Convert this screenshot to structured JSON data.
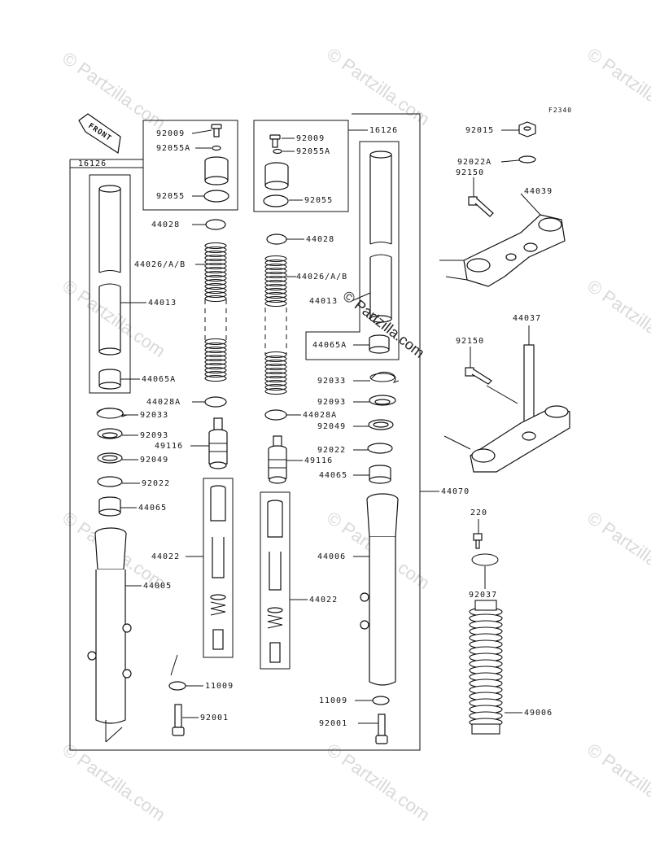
{
  "diagram": {
    "figure_code": "F2340",
    "front_label": "FRONT",
    "watermark_text": "© Partzilla.com",
    "center_watermark": "© Partzilla.com",
    "colors": {
      "line": "#111111",
      "watermark": "#d9d9d9",
      "background": "#ffffff"
    },
    "labels": {
      "p92009_l": "92009",
      "p92055A_l": "92055A",
      "p92055_l": "92055",
      "p16126_l": "16126",
      "p92009_r": "92009",
      "p92055A_r": "92055A",
      "p92055_r": "92055",
      "p16126_r": "16126",
      "p44028_l": "44028",
      "p44028_r": "44028",
      "p44026_l": "44026/A/B",
      "p44026_r": "44026/A/B",
      "p44013_l": "44013",
      "p44013_r": "44013",
      "p44065A_l": "44065A",
      "p44065A_r": "44065A",
      "p44028A_l": "44028A",
      "p44028A_r": "44028A",
      "p92033_l": "92033",
      "p92033_r": "92033",
      "p92093_l": "92093",
      "p92093_r": "92093",
      "p92049_l": "92049",
      "p92049_r": "92049",
      "p92022_l": "92022",
      "p92022_r": "92022",
      "p44065_l": "44065",
      "p44065_r": "44065",
      "p49116_l": "49116",
      "p49116_r": "49116",
      "p44022_l": "44022",
      "p44022_r": "44022",
      "p44005": "44005",
      "p44006": "44006",
      "p11009_l": "11009",
      "p11009_r": "11009",
      "p92001_l": "92001",
      "p92001_r": "92001",
      "p44070": "44070",
      "p92015": "92015",
      "p92022A": "92022A",
      "p92150_a": "92150",
      "p44039": "44039",
      "p44037": "44037",
      "p92150_b": "92150",
      "p220": "220",
      "p92037": "92037",
      "p49006": "49006"
    }
  }
}
